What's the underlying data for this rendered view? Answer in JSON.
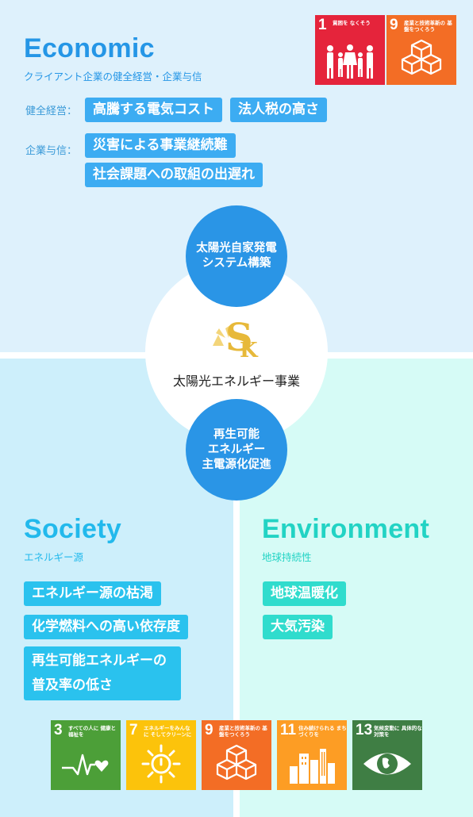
{
  "economic": {
    "title": "Economic",
    "subtitle": "クライアント企業の健全経営・企業与信",
    "rows": [
      {
        "label": "健全経営：",
        "tags": [
          "高騰する電気コスト",
          "法人税の高さ"
        ]
      },
      {
        "label": "企業与信：",
        "tags": [
          "災害による事業継続難",
          "社会課題への取組の出遅れ"
        ]
      }
    ],
    "sdgs": [
      {
        "number": "1",
        "text": "貧困を なくそう",
        "color": "#e5243b",
        "icon": "family-icon"
      },
      {
        "number": "9",
        "text": "産業と技術革新の 基盤をつくろう",
        "color": "#f36d25",
        "icon": "cubes-icon"
      }
    ]
  },
  "center": {
    "top_bubble": "太陽光自家発電\nシステム構築",
    "label": "太陽光エネルギー事業",
    "bottom_bubble": "再生可能\nエネルギー\n主電源化促進",
    "logo_colors": {
      "gold": "#e7b93a",
      "light": "#f3d57a"
    }
  },
  "society": {
    "title": "Society",
    "subtitle": "エネルギー源",
    "tags": [
      "エネルギー源の枯渇",
      "化学燃料への高い依存度",
      "再生可能エネルギーの普及率の低さ"
    ]
  },
  "environment": {
    "title": "Environment",
    "subtitle": "地球持続性",
    "tags": [
      "地球温暖化",
      "大気汚染"
    ]
  },
  "bottom_sdgs": [
    {
      "number": "3",
      "text": "すべての人に 健康と福祉を",
      "color": "#4c9f38",
      "icon": "heartbeat-icon"
    },
    {
      "number": "7",
      "text": "エネルギーをみんなに そしてクリーンに",
      "color": "#fcc30b",
      "icon": "sun-power-icon"
    },
    {
      "number": "9",
      "text": "産業と技術革新の 基盤をつくろう",
      "color": "#f36d25",
      "icon": "cubes-icon"
    },
    {
      "number": "11",
      "text": "住み続けられる まちづくりを",
      "color": "#fd9d24",
      "icon": "city-icon"
    },
    {
      "number": "13",
      "text": "気候変動に 具体的な対策を",
      "color": "#3f7e44",
      "icon": "earth-eye-icon"
    }
  ],
  "colors": {
    "economic_title": "#2596e6",
    "society_title": "#22b9ec",
    "environment_title": "#22d3c4",
    "bubble": "#2a95e6"
  }
}
